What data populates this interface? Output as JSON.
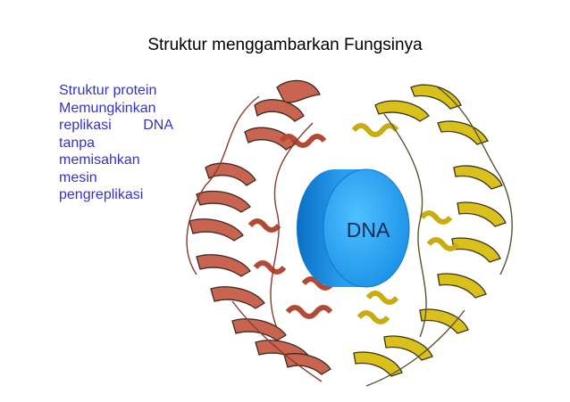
{
  "slide": {
    "title": "Struktur menggambarkan Fungsinya",
    "side_text": {
      "lines": [
        "Struktur protein",
        "Memungkinkan"
      ],
      "justified_line": [
        "replikasi",
        "DNA"
      ],
      "tail_lines": [
        "tanpa",
        "memisahkan",
        "mesin",
        "pengreplikasi"
      ]
    },
    "figure": {
      "center_label": "DNA",
      "colors": {
        "text_blue": "#3333cc",
        "dna_blue": "#1e90e0",
        "protein_red": "#c86450",
        "protein_yellow": "#d9c01a"
      },
      "icons": [
        "protein-ring-illustration",
        "dna-cylinder-icon"
      ]
    }
  }
}
